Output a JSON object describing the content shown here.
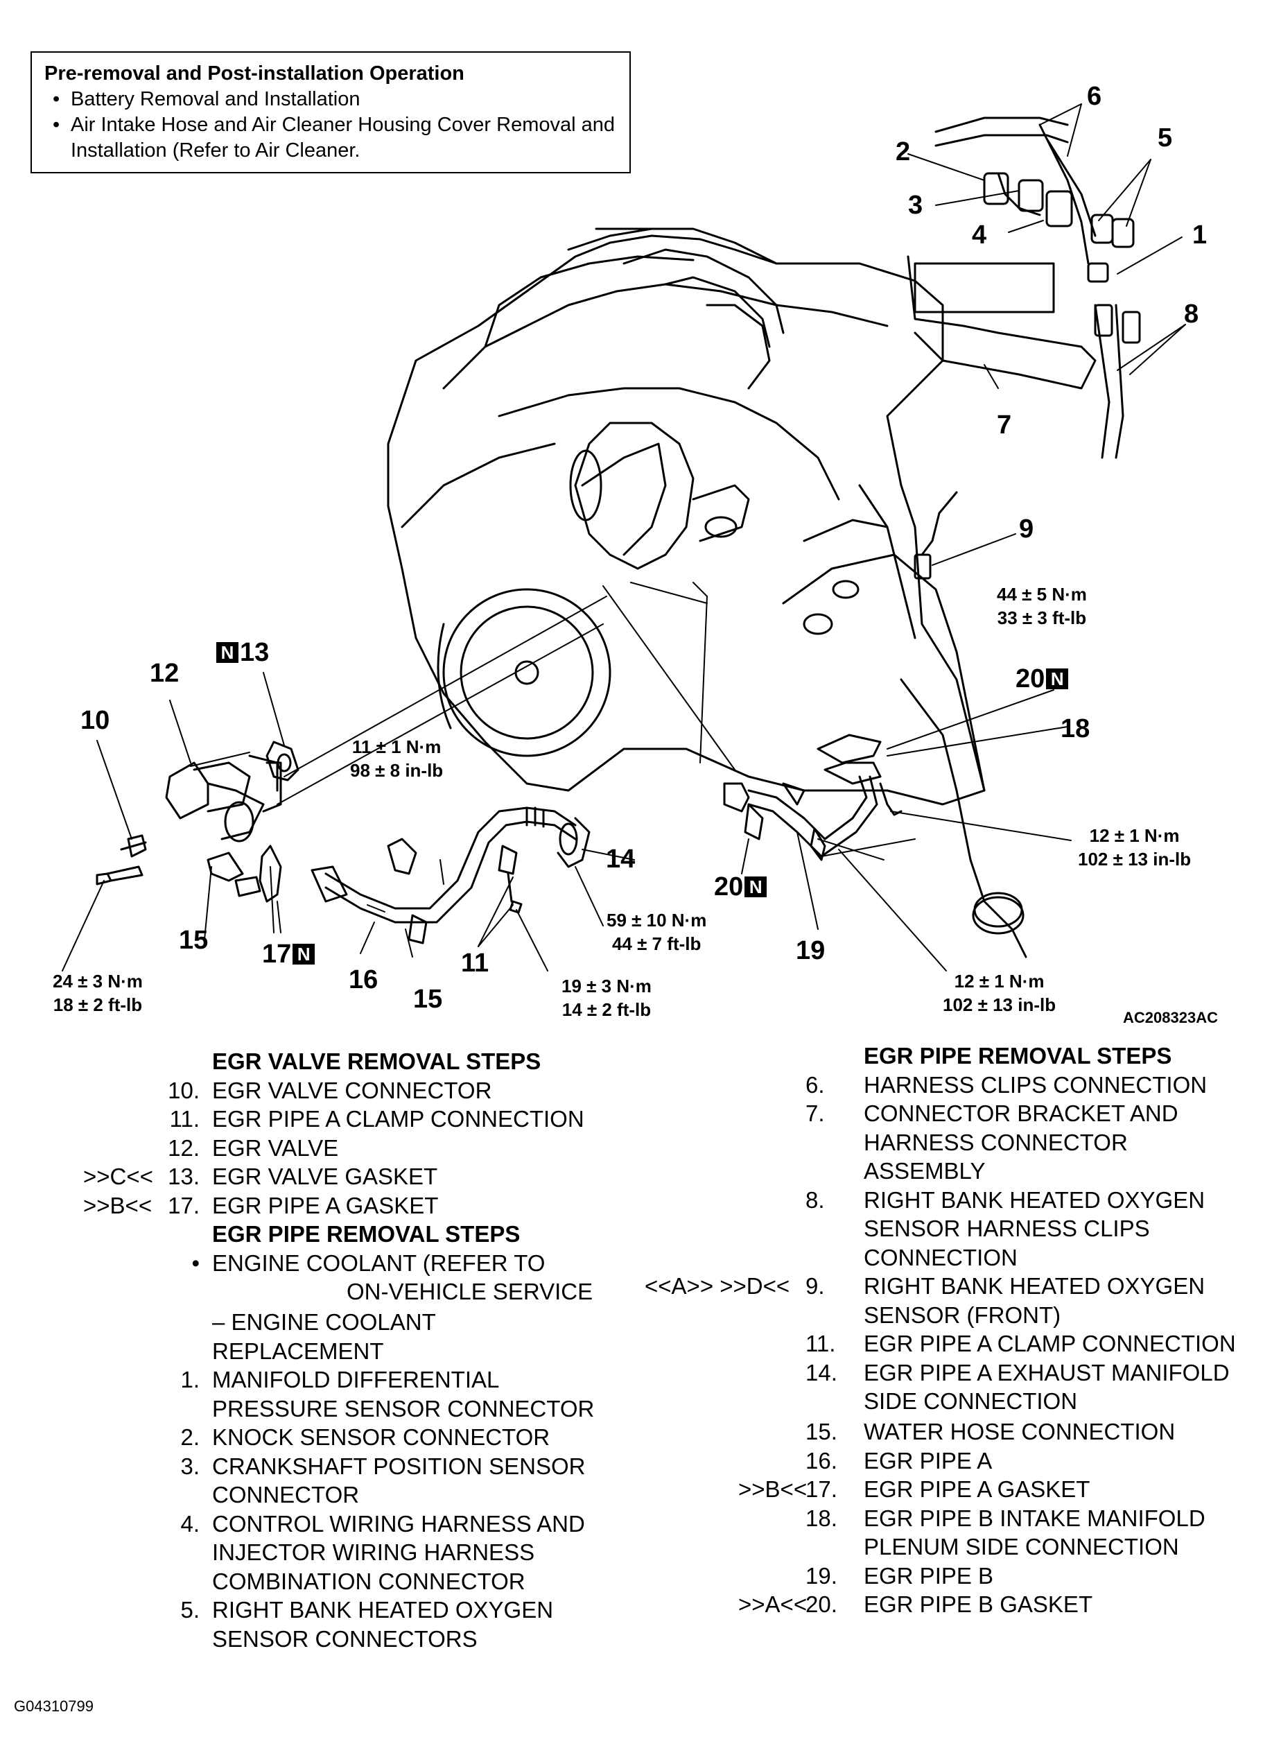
{
  "note_box": {
    "title": "Pre-removal and Post-installation Operation",
    "items": [
      "Battery Removal and Installation",
      "Air Intake Hose and Air Cleaner Housing Cover Removal and Installation (Refer to Air Cleaner."
    ]
  },
  "callouts": {
    "c1": "1",
    "c2": "2",
    "c3": "3",
    "c4": "4",
    "c5": "5",
    "c6": "6",
    "c7": "7",
    "c8": "8",
    "c9": "9",
    "c10": "10",
    "c11": "11",
    "c12": "12",
    "c13": "13",
    "c14": "14",
    "c15a": "15",
    "c15b": "15",
    "c16": "16",
    "c17": "17",
    "c18": "18",
    "c19": "19",
    "c20a": "20",
    "c20b": "20",
    "new_mark": "N"
  },
  "torques": {
    "t9": [
      "44 ± 5 N·m",
      "33 ± 3 ft-lb"
    ],
    "t11a": [
      "11 ± 1 N·m",
      "98 ± 8 in-lb"
    ],
    "t12a": [
      "12 ± 1 N·m",
      "102 ± 13 in-lb"
    ],
    "t14": [
      "59 ± 10 N·m",
      "44 ± 7 ft-lb"
    ],
    "t10": [
      "24 ± 3 N·m",
      "18 ± 2 ft-lb"
    ],
    "t11b": [
      "19 ± 3 N·m",
      "14 ± 2 ft-lb"
    ],
    "t12b": [
      "12 ± 1 N·m",
      "102 ± 13 in-lb"
    ]
  },
  "figure_id": "AC208323AC",
  "left_steps": {
    "heading1": "EGR VALVE REMOVAL STEPS",
    "valve": [
      {
        "mark": "",
        "n": "10.",
        "text": "EGR VALVE CONNECTOR"
      },
      {
        "mark": "",
        "n": "11.",
        "text": "EGR PIPE A CLAMP CONNECTION"
      },
      {
        "mark": "",
        "n": "12.",
        "text": "EGR VALVE"
      },
      {
        "mark": ">>C<<",
        "n": "13.",
        "text": "EGR VALVE GASKET"
      },
      {
        "mark": ">>B<<",
        "n": "17.",
        "text": "EGR PIPE A GASKET"
      }
    ],
    "heading2": "EGR PIPE REMOVAL STEPS",
    "coolant": [
      "ENGINE COOLANT (REFER TO",
      "ON-VEHICLE SERVICE",
      "– ENGINE COOLANT",
      "REPLACEMENT"
    ],
    "bullet": "•",
    "pipe": [
      {
        "n": "1.",
        "lines": [
          "MANIFOLD DIFFERENTIAL",
          "PRESSURE SENSOR CONNECTOR"
        ]
      },
      {
        "n": "2.",
        "lines": [
          "KNOCK SENSOR CONNECTOR"
        ]
      },
      {
        "n": "3.",
        "lines": [
          "CRANKSHAFT POSITION SENSOR",
          "CONNECTOR"
        ]
      },
      {
        "n": "4.",
        "lines": [
          "CONTROL WIRING HARNESS AND",
          "INJECTOR WIRING HARNESS",
          "COMBINATION CONNECTOR"
        ]
      },
      {
        "n": "5.",
        "lines": [
          "RIGHT BANK HEATED OXYGEN",
          "SENSOR CONNECTORS"
        ]
      }
    ]
  },
  "right_steps": {
    "heading": "EGR PIPE REMOVAL STEPS",
    "items": [
      {
        "mark": "",
        "n": "6.",
        "lines": [
          "HARNESS CLIPS CONNECTION"
        ]
      },
      {
        "mark": "",
        "n": "7.",
        "lines": [
          "CONNECTOR BRACKET AND",
          "HARNESS CONNECTOR",
          "ASSEMBLY"
        ]
      },
      {
        "mark": "",
        "n": "8.",
        "lines": [
          "RIGHT BANK HEATED OXYGEN",
          "SENSOR HARNESS CLIPS",
          "CONNECTION"
        ]
      },
      {
        "mark": "<<A>>  >>D<<",
        "n": "9.",
        "lines": [
          "RIGHT BANK HEATED OXYGEN",
          "SENSOR (FRONT)"
        ]
      },
      {
        "mark": "",
        "n": "11.",
        "lines": [
          "EGR PIPE A CLAMP CONNECTION"
        ]
      },
      {
        "mark": "",
        "n": "14.",
        "lines": [
          "EGR PIPE A EXHAUST MANIFOLD",
          "SIDE CONNECTION"
        ]
      },
      {
        "mark": "",
        "n": "15.",
        "lines": [
          "WATER HOSE CONNECTION"
        ]
      },
      {
        "mark": "",
        "n": "16.",
        "lines": [
          "EGR PIPE A"
        ]
      },
      {
        "mark": ">>B<<",
        "n": "17.",
        "lines": [
          "EGR PIPE A GASKET"
        ]
      },
      {
        "mark": "",
        "n": "18.",
        "lines": [
          "EGR PIPE B INTAKE MANIFOLD",
          "PLENUM SIDE CONNECTION"
        ]
      },
      {
        "mark": "",
        "n": "19.",
        "lines": [
          "EGR PIPE B"
        ]
      },
      {
        "mark": ">>A<<",
        "n": "20.",
        "lines": [
          "EGR PIPE B GASKET"
        ]
      }
    ]
  },
  "footer_id": "G04310799"
}
